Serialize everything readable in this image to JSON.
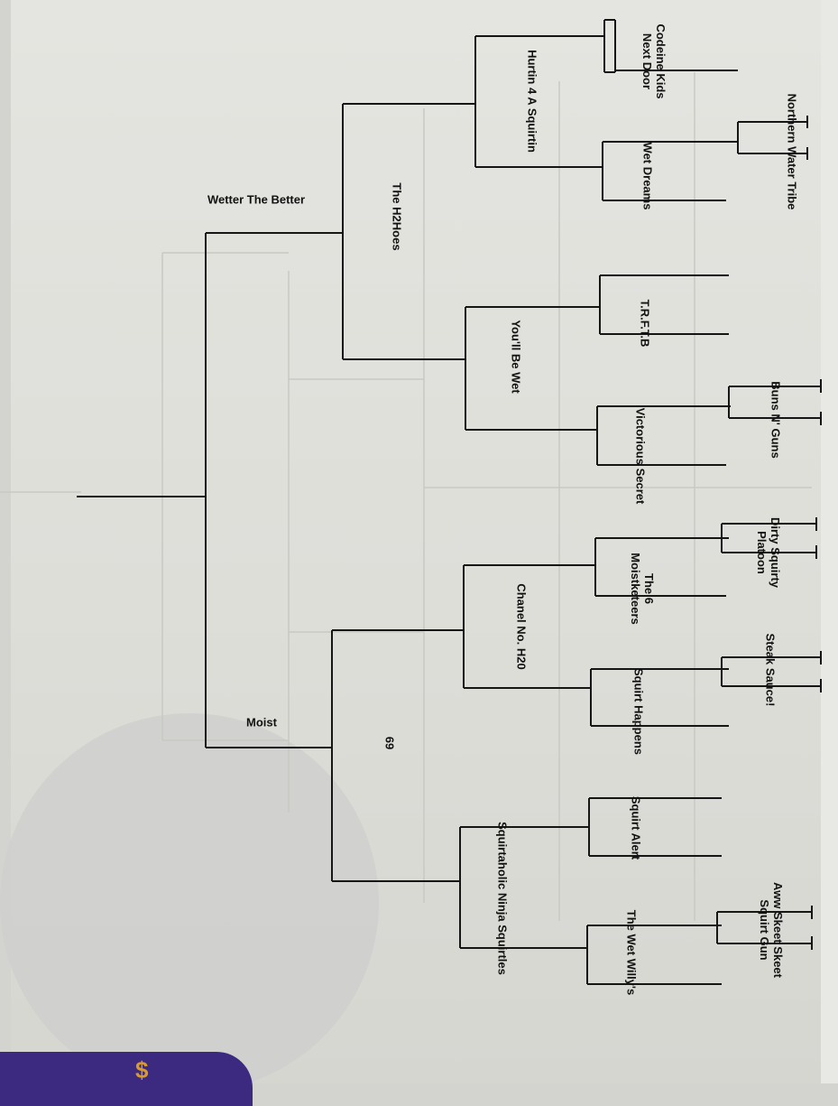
{
  "bracket": {
    "teams": {
      "codeine_kids": "Codeine Kids\nNext Door",
      "northern_water_tribe": "Northern Water Tribe",
      "wet_dreams": "Wet Dreams",
      "trftb": "T.R.F.T.B",
      "buns_n_guns": "Buns N' Guns",
      "victorious_secret": "Victorious Secret",
      "dirty_squirty_platoon": "Dirty Squirty\nPlatoon",
      "six_moistketeers": "The 6\nMoistketeers",
      "steak_sauce": "Steak Sauce!",
      "squirt_happens": "Squirt Happens",
      "squirt_alert": "Squirt Alert",
      "aww_skeet_skeet": "Aww Skeet Skeet\nSquirt Gun",
      "wet_willys": "The Wet Willy's"
    },
    "round2": {
      "hurtin_4_a_squirtin": "Hurtin 4 A Squirtin",
      "youll_be_wet": "You'll Be Wet",
      "chanel_no_h20": "Chanel No. H20",
      "squirtaholic_ninja_squirtles": "Squirtaholic Ninja Squirtles"
    },
    "round3": {
      "the_h2hoes": "The H2Hoes",
      "sixty_nine": "69"
    },
    "semifinal": {
      "wetter_the_better": "Wetter The Better",
      "moist": "Moist"
    }
  }
}
